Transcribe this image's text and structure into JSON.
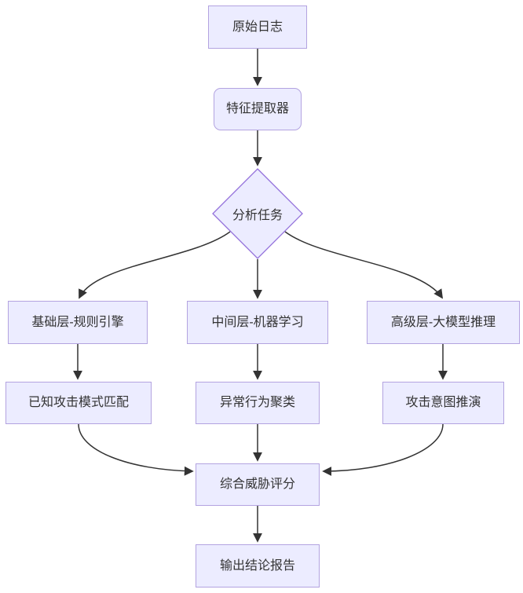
{
  "diagram": {
    "type": "flowchart",
    "direction": "top-down",
    "colors": {
      "background": "#ffffff",
      "node_fill": "#ECECFF",
      "node_border": "#b3a3e0",
      "diamond_border": "#9370DB",
      "edge": "#333333",
      "text": "#333333"
    },
    "nodes": {
      "raw_logs": {
        "label": "原始日志",
        "shape": "rectangle"
      },
      "feature_extractor": {
        "label": "特征提取器",
        "shape": "rounded-rectangle"
      },
      "analysis_task": {
        "label": "分析任务",
        "shape": "diamond"
      },
      "rule_engine": {
        "label": "基础层-规则引擎",
        "shape": "rectangle"
      },
      "machine_learning": {
        "label": "中间层-机器学习",
        "shape": "rectangle"
      },
      "llm_reasoning": {
        "label": "高级层-大模型推理",
        "shape": "rectangle"
      },
      "known_attack_matching": {
        "label": "已知攻击模式匹配",
        "shape": "rectangle"
      },
      "anomaly_clustering": {
        "label": "异常行为聚类",
        "shape": "rectangle"
      },
      "attack_intent_deduction": {
        "label": "攻击意图推演",
        "shape": "rectangle"
      },
      "threat_scoring": {
        "label": "综合威胁评分",
        "shape": "rectangle"
      },
      "final_report": {
        "label": "输出结论报告",
        "shape": "rectangle"
      }
    },
    "edges": [
      {
        "from": "raw_logs",
        "to": "feature_extractor",
        "style": "arrow"
      },
      {
        "from": "feature_extractor",
        "to": "analysis_task",
        "style": "arrow"
      },
      {
        "from": "analysis_task",
        "to": "rule_engine",
        "style": "arrow"
      },
      {
        "from": "analysis_task",
        "to": "machine_learning",
        "style": "arrow"
      },
      {
        "from": "analysis_task",
        "to": "llm_reasoning",
        "style": "arrow"
      },
      {
        "from": "rule_engine",
        "to": "known_attack_matching",
        "style": "arrow"
      },
      {
        "from": "machine_learning",
        "to": "anomaly_clustering",
        "style": "arrow"
      },
      {
        "from": "llm_reasoning",
        "to": "attack_intent_deduction",
        "style": "arrow"
      },
      {
        "from": "known_attack_matching",
        "to": "threat_scoring",
        "style": "arrow"
      },
      {
        "from": "anomaly_clustering",
        "to": "threat_scoring",
        "style": "arrow"
      },
      {
        "from": "attack_intent_deduction",
        "to": "threat_scoring",
        "style": "arrow"
      },
      {
        "from": "threat_scoring",
        "to": "final_report",
        "style": "arrow"
      }
    ]
  }
}
